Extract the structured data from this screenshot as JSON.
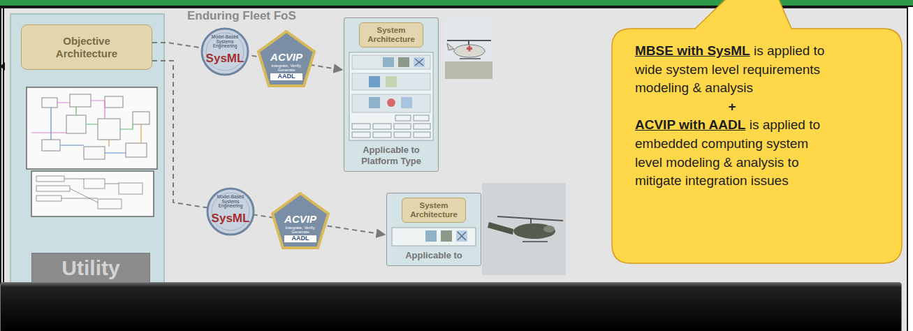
{
  "diagram": {
    "nodes": [
      {
        "text": [
          "Enduring Fleet FoS"
        ]
      },
      {
        "text": [
          "Objective Architecture"
        ],
        "in": 0
      },
      {
        "text": [
          "Utility"
        ],
        "in": 0
      },
      {
        "text": [
          "System Architecture",
          "Applicable to Platform Type"
        ],
        "in": 0
      },
      {
        "text": [
          "System Architecture",
          "Applicable to"
        ],
        "in": 0
      },
      {
        "text": [
          "MBSE with SysML",
          "is applied to wide system level requirements modeling & analysis",
          "+",
          "ACVIP with AADL",
          "is applied to embedded computing system level modeling & analysis to mitigate integration issues"
        ]
      }
    ],
    "edges": [
      {
        "from": 1,
        "to": 3,
        "arrow": "to"
      },
      {
        "from": 1,
        "to": 4,
        "arrow": "to"
      }
    ],
    "labels": [
      "Model-Based Systems Engineering",
      "SysML",
      "ACVIP",
      "Integrate, Verify, Generate",
      "AADL",
      "Model-Based Systems Engineering",
      "SysML",
      "ACVIP",
      "Integrate, Verify, Generate",
      "AADL"
    ]
  }
}
